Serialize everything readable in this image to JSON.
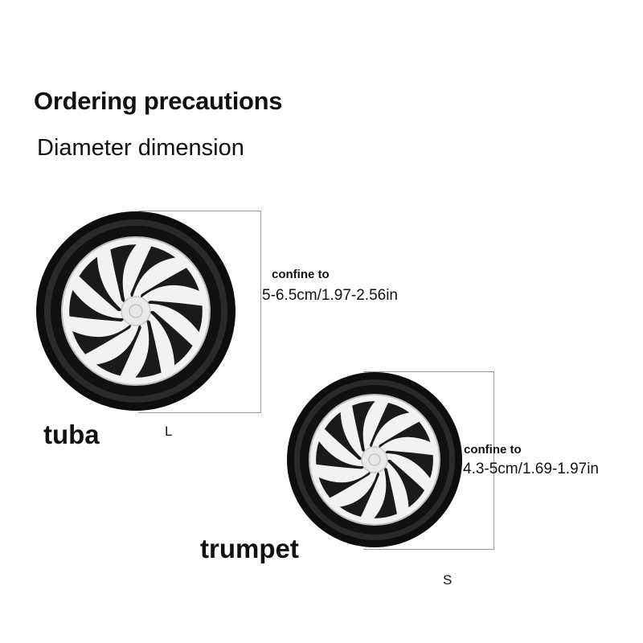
{
  "heading": {
    "title": "Ordering precautions",
    "subtitle": "Diameter dimension"
  },
  "wheels": [
    {
      "name": "tuba",
      "size": "L",
      "confine_label": "confine to",
      "dimension": "5-6.5cm/1.97-2.56in"
    },
    {
      "name": "trumpet",
      "size": "S",
      "confine_label": "confine to",
      "dimension": "4.3-5cm/1.69-1.97in"
    }
  ],
  "colors": {
    "tire": "#111111",
    "hub": "#e6e6e6",
    "bracket": "#9a9a9a"
  }
}
